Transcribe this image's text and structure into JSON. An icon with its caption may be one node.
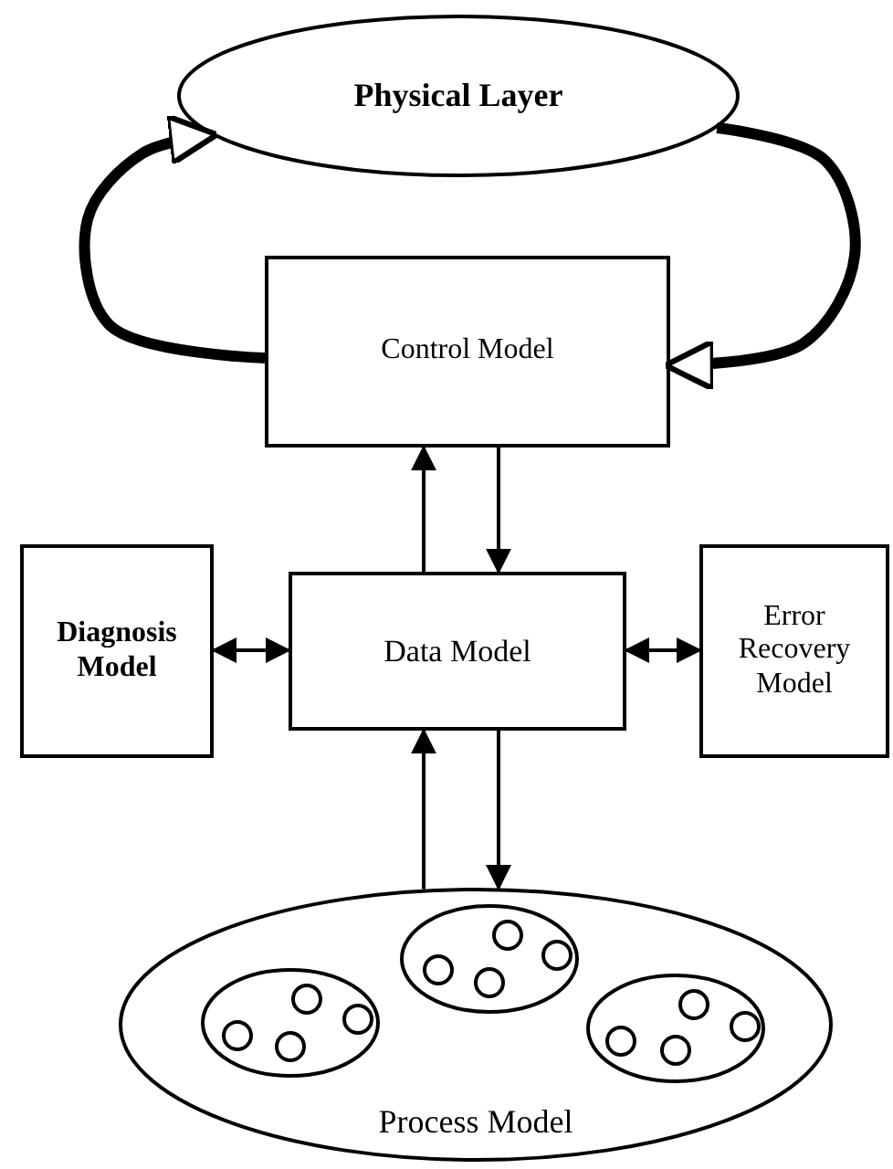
{
  "diagram": {
    "nodes": [
      {
        "text": [
          "Physical Layer"
        ]
      },
      {
        "text": [
          "Control Model"
        ]
      },
      {
        "text": [
          "Diagnosis Model"
        ]
      },
      {
        "text": [
          "Data Model"
        ]
      },
      {
        "text": [
          "Error Recovery Model"
        ]
      },
      {
        "text": [
          "Process Model"
        ]
      },
      {
        "text": [],
        "shape": "ellipse",
        "in": 5
      },
      {
        "text": [],
        "shape": "ellipse",
        "in": 5
      },
      {
        "text": [],
        "shape": "ellipse",
        "in": 5
      }
    ],
    "edges": [
      {
        "from": 3,
        "to": 1,
        "arrow": "to"
      },
      {
        "from": 1,
        "to": 3,
        "arrow": "to"
      },
      {
        "from": 2,
        "to": 3,
        "arrow": "both"
      },
      {
        "from": 3,
        "to": 4,
        "arrow": "both"
      },
      {
        "from": 5,
        "to": 3,
        "arrow": "to"
      },
      {
        "from": 3,
        "to": 5,
        "arrow": "to"
      },
      {
        "from": 1,
        "to": 0,
        "arrow": "to",
        "style": "thick"
      },
      {
        "from": 0,
        "to": 1,
        "arrow": "to",
        "style": "thick"
      }
    ]
  }
}
